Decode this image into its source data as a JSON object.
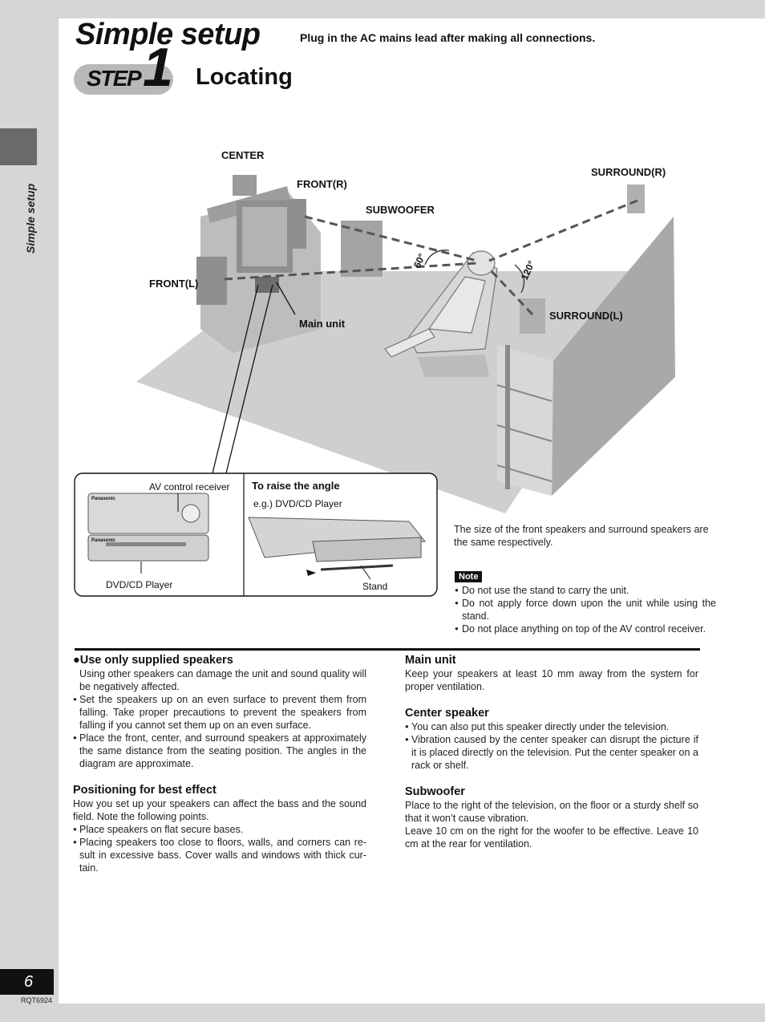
{
  "side_label": "Simple setup",
  "page_number": "6",
  "doc_code": "RQT6924",
  "header": {
    "title": "Simple setup",
    "step_word": "STEP",
    "step_number": "1",
    "subtitle": "Locating",
    "instruction": "Plug in the AC mains lead after making all connections."
  },
  "diagram": {
    "labels": {
      "center": "CENTER",
      "front_r": "FRONT(R)",
      "subwoofer": "SUBWOOFER",
      "surround_r": "SURROUND(R)",
      "front_l": "FRONT(L)",
      "main_unit": "Main unit",
      "surround_l": "SURROUND(L)",
      "angle_60": "60°",
      "angle_120": "120°"
    },
    "inset": {
      "av_receiver": "AV control receiver",
      "dvd_player": "DVD/CD Player",
      "raise_title": "To raise the angle",
      "raise_example": "e.g.) DVD/CD Player",
      "stand": "Stand",
      "brand": "Panasonic"
    }
  },
  "info_text": "The size of the front speakers and surround speakers are the same respectively.",
  "note": {
    "badge": "Note",
    "items": [
      "Do not use the stand to carry the unit.",
      "Do not apply force down upon the unit while using the stand.",
      "Do not place anything on top of the AV control receiver."
    ]
  },
  "left_column": {
    "speakers_heading": "Use only supplied speakers",
    "speakers_text": "Using other speakers can damage the unit and sound quality will be negatively affected.",
    "speakers_bullets": [
      "Set the speakers up on an even surface to prevent them from falling. Take proper precautions to prevent the speakers from falling if you cannot set them up on an even surface.",
      "Place the front, center, and surround speakers at approximately the same distance from the seating position. The angles in the diagram are approximate."
    ],
    "positioning_heading": "Positioning for best effect",
    "positioning_text": "How you set up your speakers can affect the bass and the sound field. Note the following points.",
    "positioning_bullets": [
      "Place speakers on flat secure bases.",
      "Placing speakers too close to floors, walls, and corners can re-sult in excessive bass. Cover walls and windows with thick cur-tain."
    ]
  },
  "right_column": {
    "main_unit_heading": "Main unit",
    "main_unit_text": "Keep your speakers at least 10 mm away from the system for proper ventilation.",
    "center_heading": "Center speaker",
    "center_bullets": [
      "You can also put this speaker directly under the television.",
      "Vibration caused by the center speaker can disrupt the picture if it is placed directly on the television. Put the center speaker on a rack or shelf."
    ],
    "subwoofer_heading": "Subwoofer",
    "subwoofer_text_1": "Place to the right of the television, on the  floor or a sturdy shelf so that it won’t cause vibration.",
    "subwoofer_text_2": "Leave 10 cm on the right for the woofer to be effective. Leave 10 cm at the rear for ventilation."
  }
}
